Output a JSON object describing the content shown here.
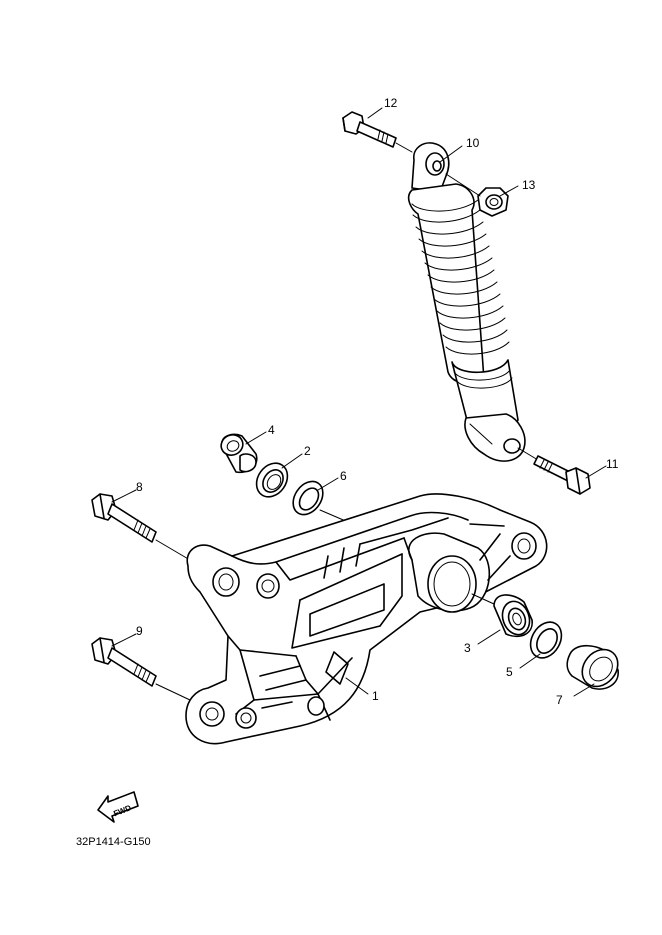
{
  "callouts": [
    {
      "id": "1",
      "text": "1"
    },
    {
      "id": "2",
      "text": "2"
    },
    {
      "id": "3",
      "text": "3"
    },
    {
      "id": "4",
      "text": "4"
    },
    {
      "id": "5",
      "text": "5"
    },
    {
      "id": "6",
      "text": "6"
    },
    {
      "id": "7",
      "text": "7"
    },
    {
      "id": "8",
      "text": "8"
    },
    {
      "id": "9",
      "text": "9"
    },
    {
      "id": "10",
      "text": "10"
    },
    {
      "id": "11",
      "text": "11"
    },
    {
      "id": "12",
      "text": "12"
    },
    {
      "id": "13",
      "text": "13"
    }
  ],
  "fwd_label": "FWD",
  "diagram_code": "32P1414-G150"
}
